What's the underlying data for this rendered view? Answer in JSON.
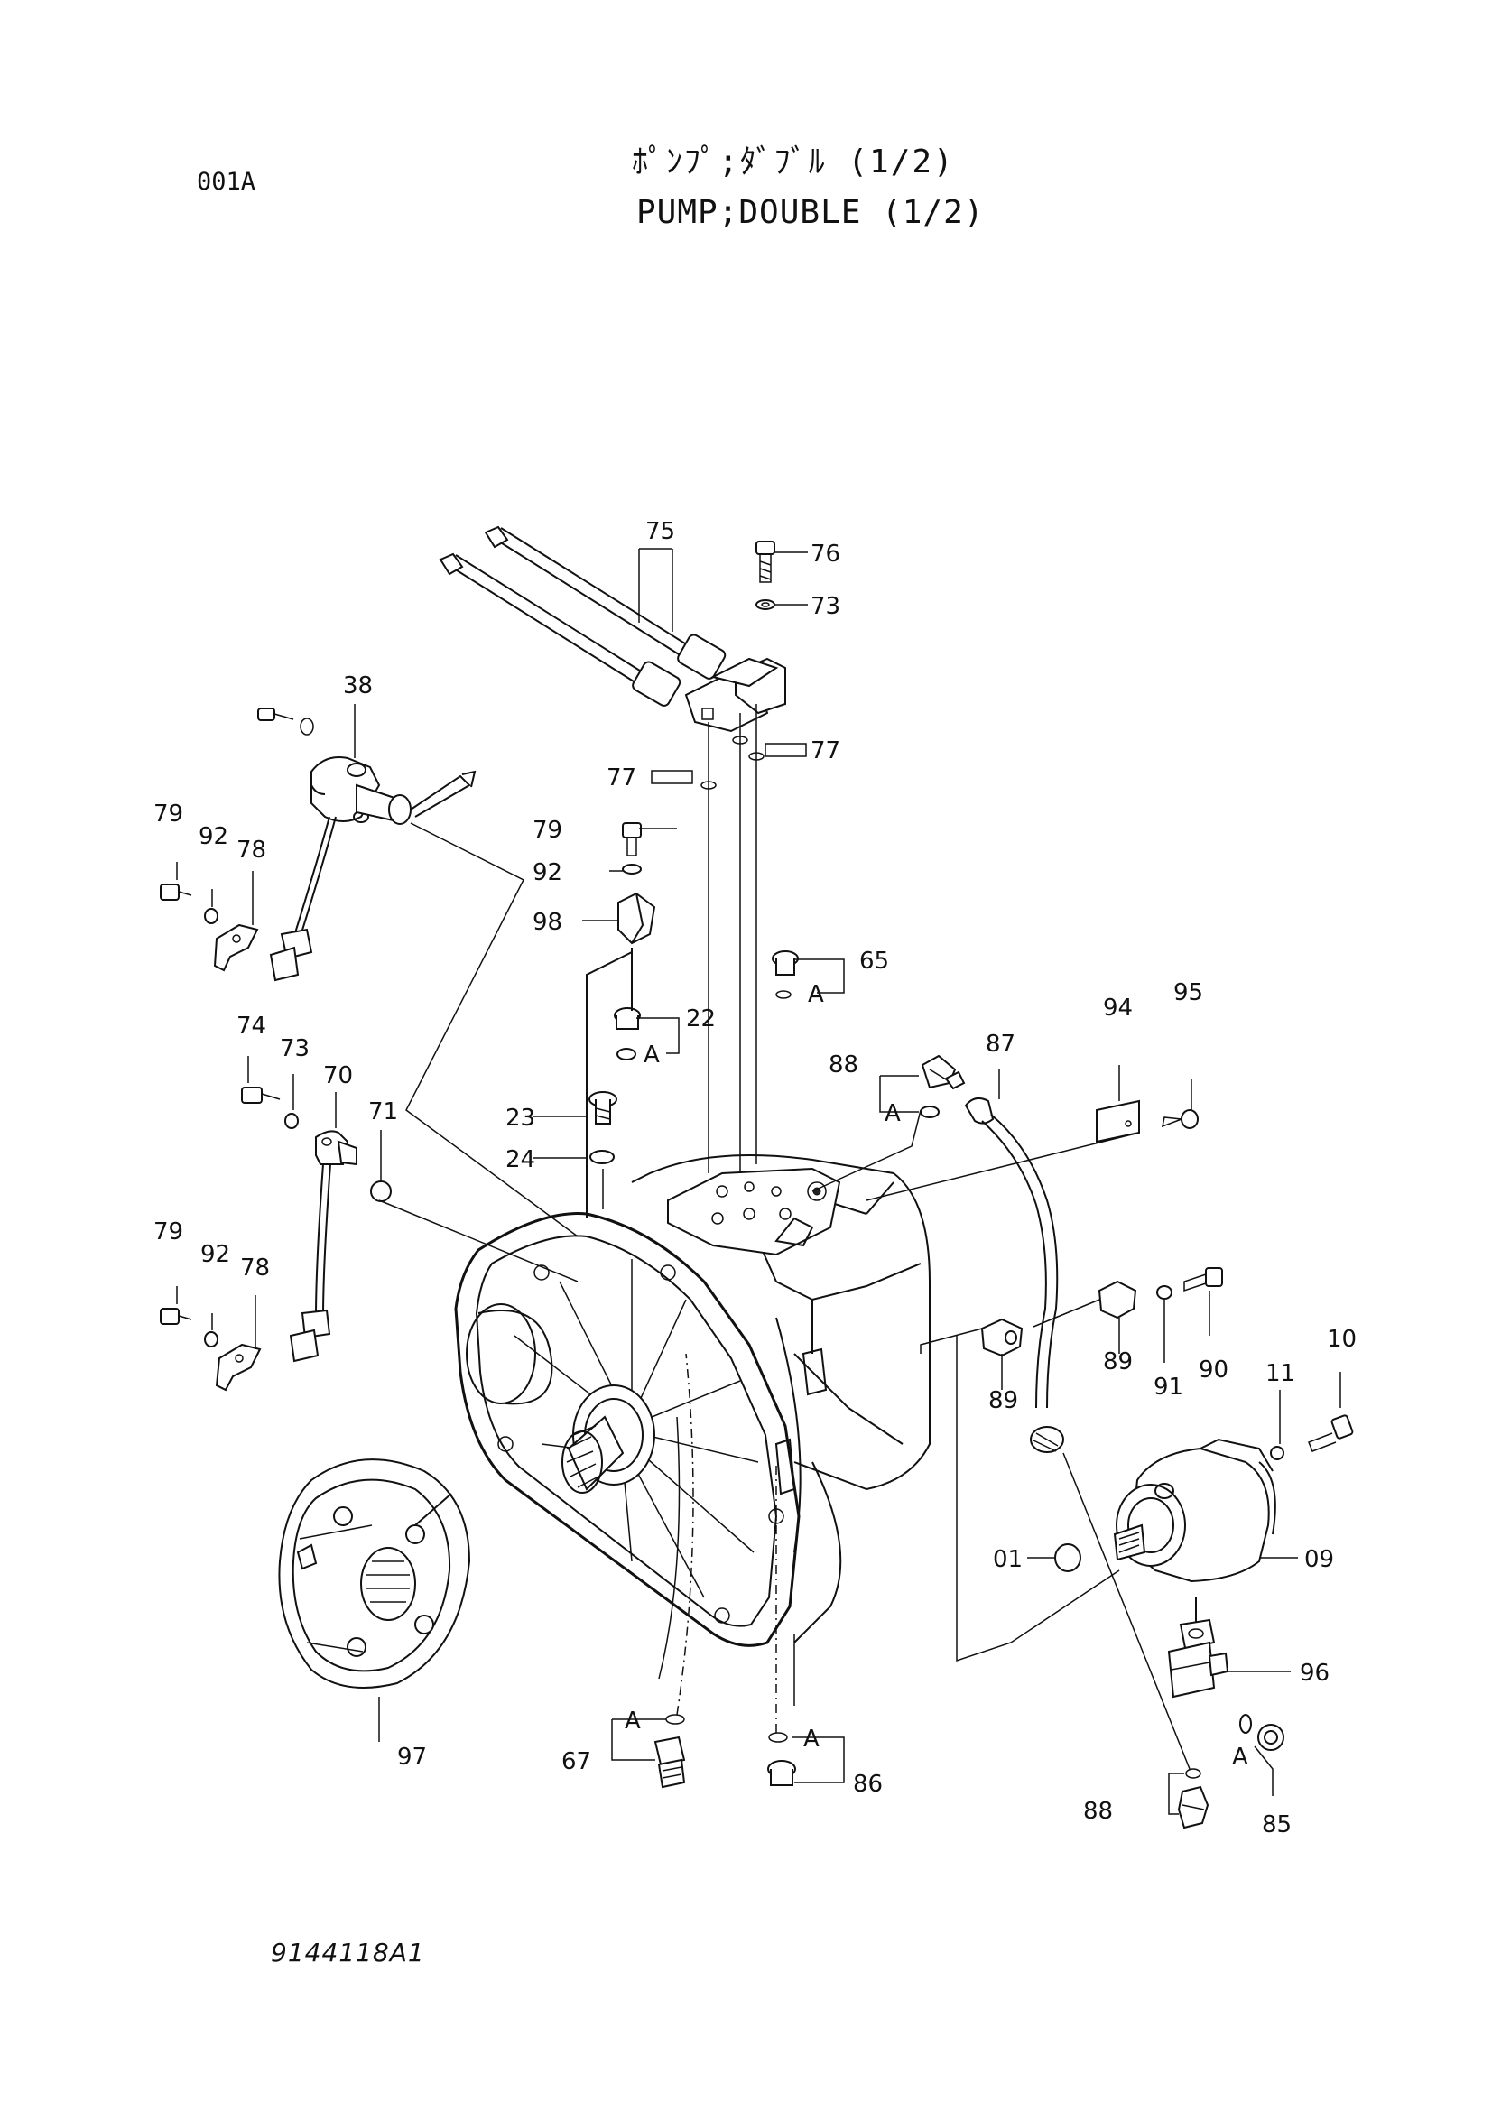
{
  "header": {
    "page_code": "001A",
    "title_jp": "ﾎﾟﾝﾌﾟ;ﾀﾞﾌﾞﾙ (1/2)",
    "title_en": "PUMP;DOUBLE (1/2)"
  },
  "footer": {
    "drawing_number": "9144118A1"
  },
  "callouts": [
    "75",
    "76",
    "73",
    "77",
    "77",
    "38",
    "79",
    "92",
    "78",
    "79",
    "92",
    "98",
    "65",
    "A",
    "22",
    "A",
    "74",
    "73",
    "70",
    "71",
    "23",
    "24",
    "88",
    "A",
    "87",
    "94",
    "95",
    "79",
    "92",
    "78",
    "89",
    "91",
    "90",
    "89",
    "11",
    "10",
    "01",
    "09",
    "96",
    "A",
    "67",
    "A",
    "86",
    "97",
    "88",
    "A",
    "85"
  ]
}
